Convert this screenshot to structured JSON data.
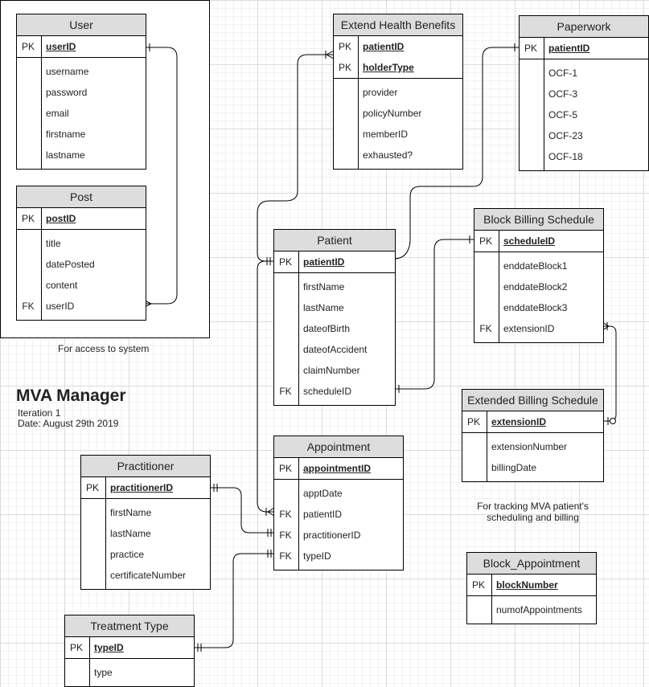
{
  "diagram_title": "MVA Manager",
  "iteration": "Iteration 1",
  "date": "Date:  August 29th 2019",
  "captions": {
    "access": "For access to system",
    "tracking_line1": "For tracking MVA patient's",
    "tracking_line2": "scheduling and billing"
  },
  "tables": {
    "user": {
      "title": "User",
      "pk": [
        {
          "key": "PK",
          "name": "userID"
        }
      ],
      "fields": [
        {
          "key": "",
          "name": "username"
        },
        {
          "key": "",
          "name": "password"
        },
        {
          "key": "",
          "name": "email"
        },
        {
          "key": "",
          "name": "firstname"
        },
        {
          "key": "",
          "name": "lastname"
        }
      ]
    },
    "post": {
      "title": "Post",
      "pk": [
        {
          "key": "PK",
          "name": "postID"
        }
      ],
      "fields": [
        {
          "key": "",
          "name": "title"
        },
        {
          "key": "",
          "name": "datePosted"
        },
        {
          "key": "",
          "name": "content"
        },
        {
          "key": "FK",
          "name": "userID"
        }
      ]
    },
    "ehb": {
      "title": "Extend Health Benefits",
      "pk": [
        {
          "key": "PK",
          "name": "patientID"
        },
        {
          "key": "PK",
          "name": "holderType"
        }
      ],
      "fields": [
        {
          "key": "",
          "name": "provider"
        },
        {
          "key": "",
          "name": "policyNumber"
        },
        {
          "key": "",
          "name": "memberID"
        },
        {
          "key": "",
          "name": "exhausted?"
        }
      ]
    },
    "paperwork": {
      "title": "Paperwork",
      "pk": [
        {
          "key": "PK",
          "name": "patientID"
        }
      ],
      "fields": [
        {
          "key": "",
          "name": "OCF-1"
        },
        {
          "key": "",
          "name": "OCF-3"
        },
        {
          "key": "",
          "name": "OCF-5"
        },
        {
          "key": "",
          "name": "OCF-23"
        },
        {
          "key": "",
          "name": "OCF-18"
        }
      ]
    },
    "patient": {
      "title": "Patient",
      "pk": [
        {
          "key": "PK",
          "name": "patientID"
        }
      ],
      "fields": [
        {
          "key": "",
          "name": "firstName"
        },
        {
          "key": "",
          "name": "lastName"
        },
        {
          "key": "",
          "name": "dateofBirth"
        },
        {
          "key": "",
          "name": "dateofAccident"
        },
        {
          "key": "",
          "name": "claimNumber"
        },
        {
          "key": "FK",
          "name": "scheduleID"
        }
      ]
    },
    "bbs": {
      "title": "Block Billing Schedule",
      "pk": [
        {
          "key": "PK",
          "name": "scheduleID"
        }
      ],
      "fields": [
        {
          "key": "",
          "name": "enddateBlock1"
        },
        {
          "key": "",
          "name": "enddateBlock2"
        },
        {
          "key": "",
          "name": "enddateBlock3"
        },
        {
          "key": "FK",
          "name": "extensionID"
        }
      ]
    },
    "ebs": {
      "title": "Extended Billing Schedule",
      "pk": [
        {
          "key": "PK",
          "name": "extensionID"
        }
      ],
      "fields": [
        {
          "key": "",
          "name": "extensionNumber"
        },
        {
          "key": "",
          "name": "billingDate"
        }
      ]
    },
    "appointment": {
      "title": "Appointment",
      "pk": [
        {
          "key": "PK",
          "name": "appointmentID"
        }
      ],
      "fields": [
        {
          "key": "",
          "name": "apptDate"
        },
        {
          "key": "FK",
          "name": "patientID"
        },
        {
          "key": "FK",
          "name": "practitionerID"
        },
        {
          "key": "FK",
          "name": "typeID"
        }
      ]
    },
    "practitioner": {
      "title": "Practitioner",
      "pk": [
        {
          "key": "PK",
          "name": "practitionerID"
        }
      ],
      "fields": [
        {
          "key": "",
          "name": "firstName"
        },
        {
          "key": "",
          "name": "lastName"
        },
        {
          "key": "",
          "name": "practice"
        },
        {
          "key": "",
          "name": "certificateNumber"
        }
      ]
    },
    "treatment": {
      "title": "Treatment Type",
      "pk": [
        {
          "key": "PK",
          "name": "typeID"
        }
      ],
      "fields": [
        {
          "key": "",
          "name": "type"
        }
      ]
    },
    "block_appt": {
      "title": "Block_Appointment",
      "pk": [
        {
          "key": "PK",
          "name": "blockNumber"
        }
      ],
      "fields": [
        {
          "key": "",
          "name": "numofAppointments"
        }
      ]
    }
  },
  "relationships": [
    {
      "from": "user.userID",
      "to": "post.userID",
      "from_card": "one",
      "to_card": "many"
    },
    {
      "from": "patient.patientID",
      "to": "ehb.patientID",
      "from_card": "one-mandatory",
      "to_card": "one-or-many"
    },
    {
      "from": "patient.patientID",
      "to": "paperwork.patientID",
      "from_card": "none",
      "to_card": "one"
    },
    {
      "from": "patient.scheduleID",
      "to": "bbs.scheduleID",
      "from_card": "one",
      "to_card": "one"
    },
    {
      "from": "bbs.extensionID",
      "to": "ebs.extensionID",
      "from_card": "one-or-many",
      "to_card": "zero-or-one"
    },
    {
      "from": "patient.patientID",
      "to": "appointment.patientID",
      "from_card": "one-mandatory",
      "to_card": "one-or-many"
    },
    {
      "from": "practitioner.practitionerID",
      "to": "appointment.practitionerID",
      "from_card": "one-mandatory",
      "to_card": "one-mandatory"
    },
    {
      "from": "treatment.typeID",
      "to": "appointment.typeID",
      "from_card": "one-mandatory",
      "to_card": "one-mandatory"
    }
  ]
}
